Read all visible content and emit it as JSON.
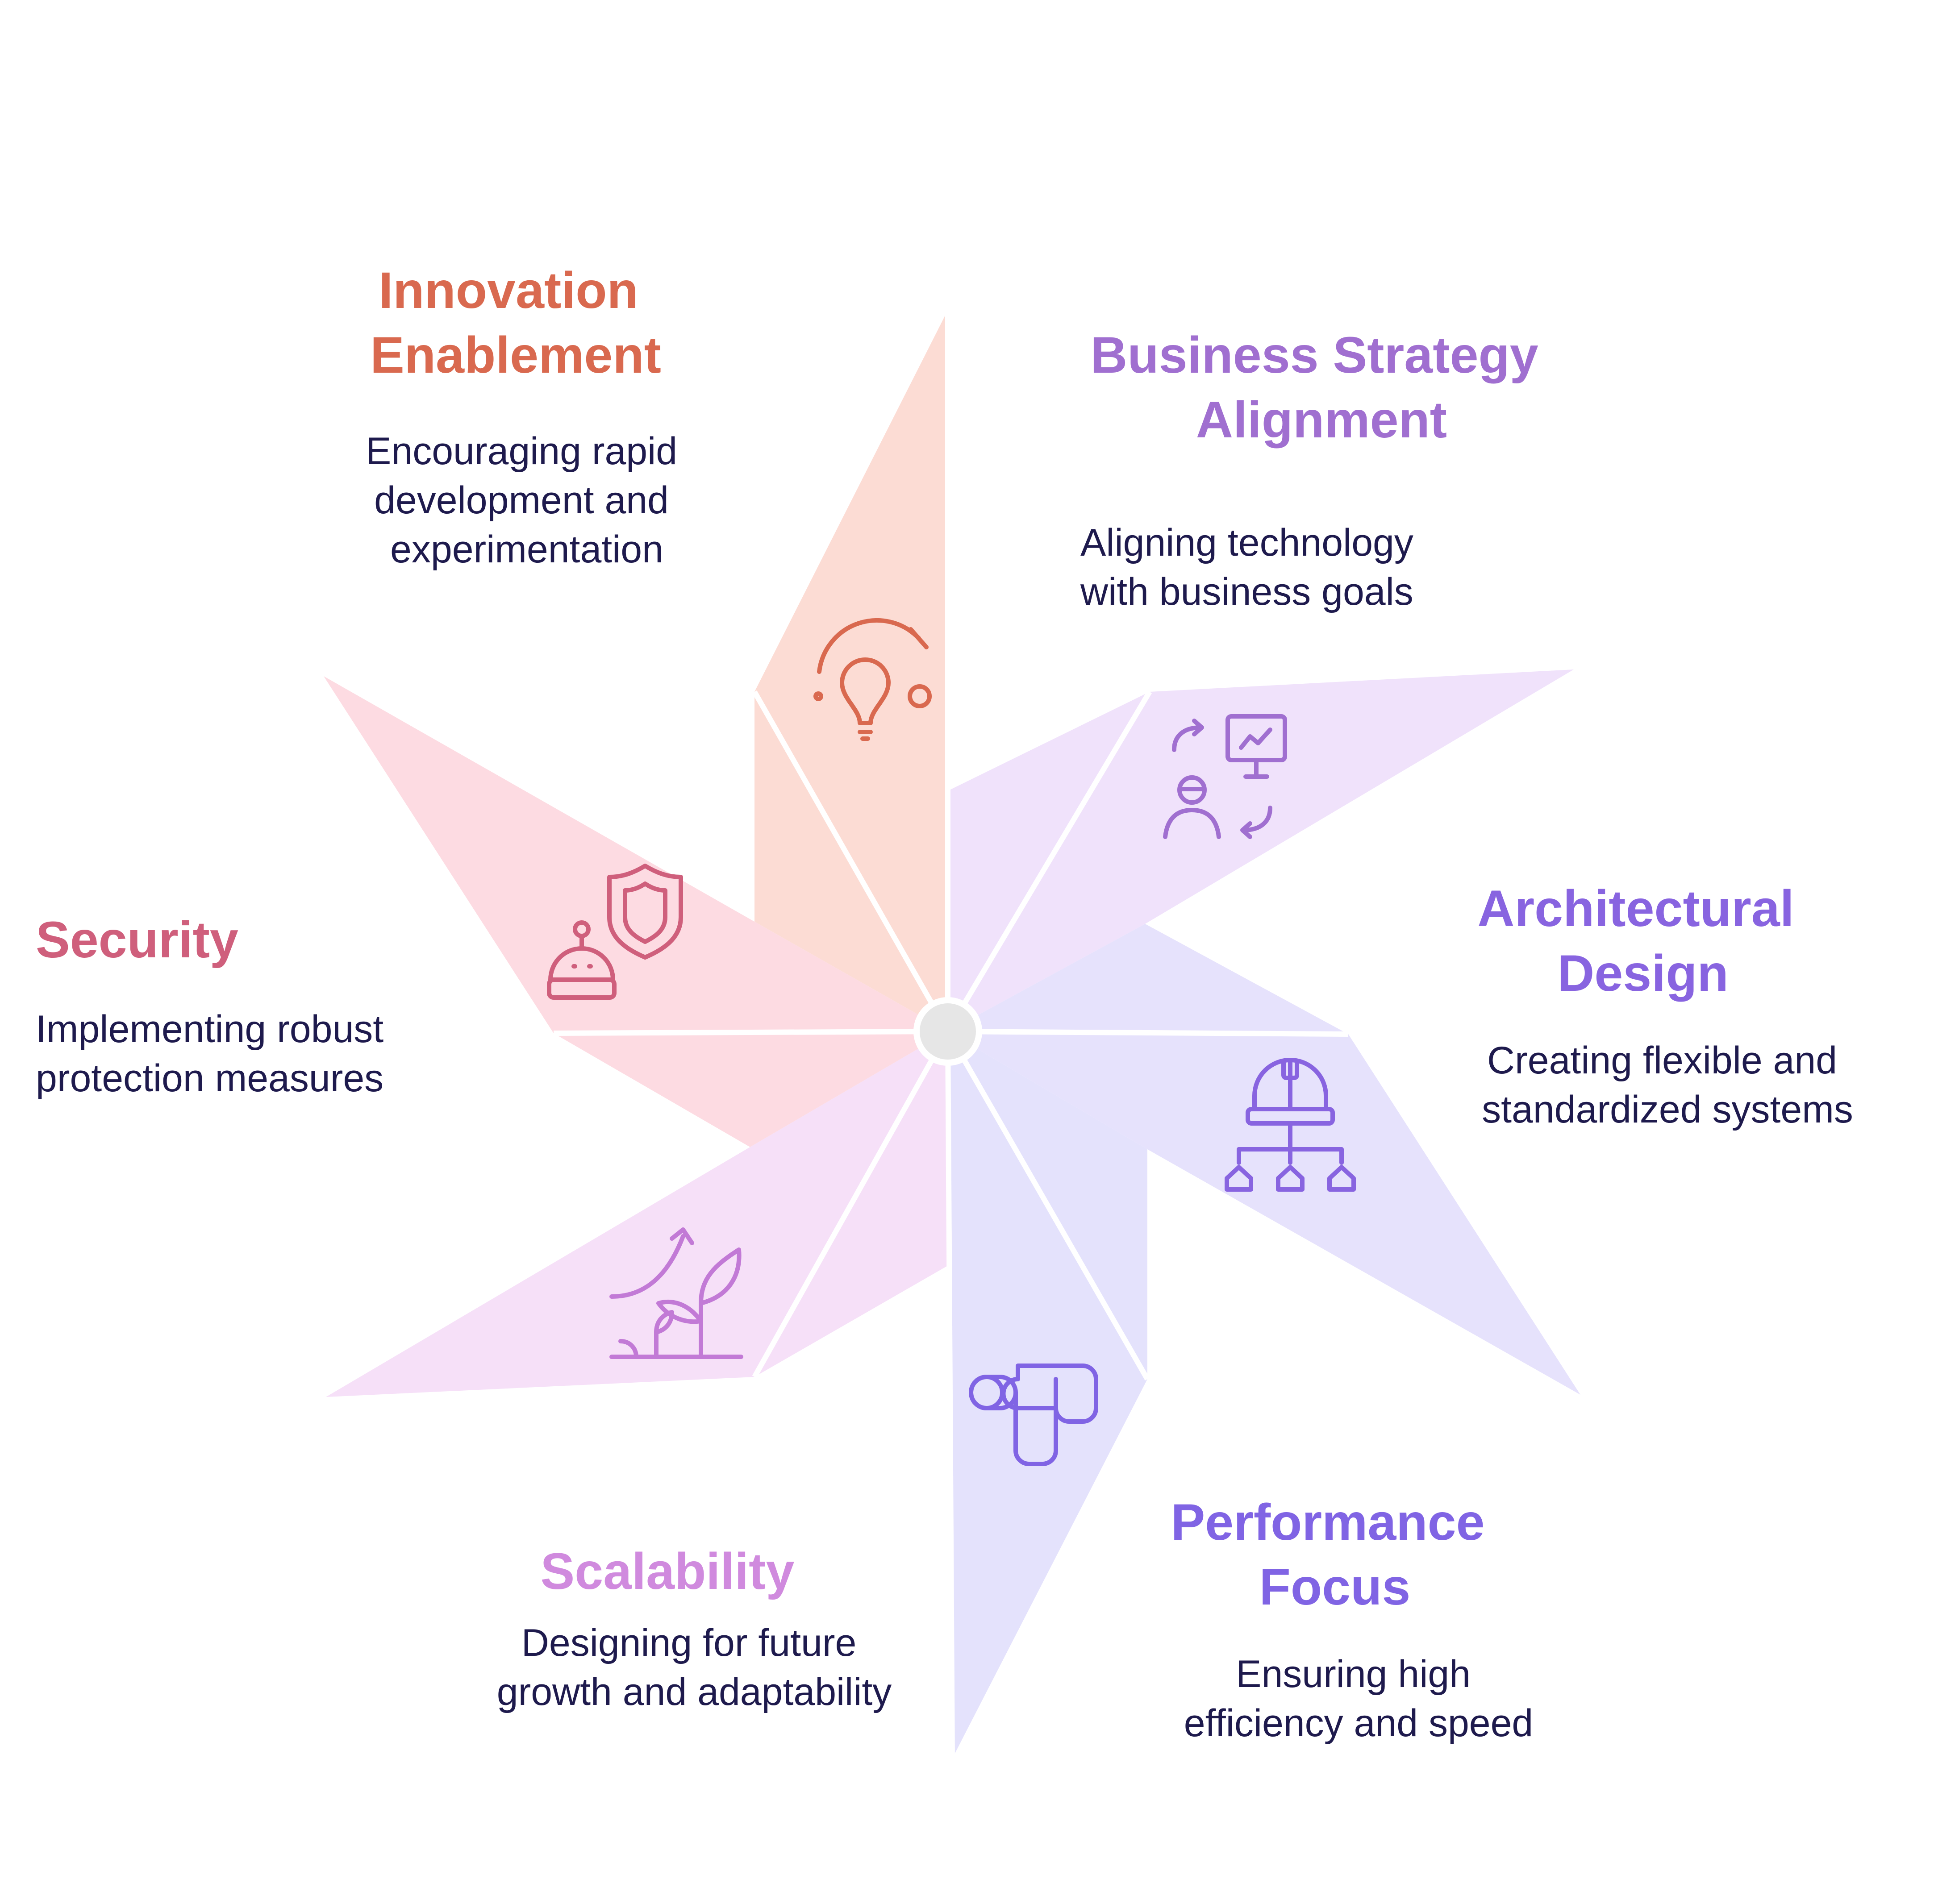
{
  "colors": {
    "background": "#ffffff",
    "description_text": "#1e1a4d",
    "center": "#e6e6e6",
    "divider": "#ffffff"
  },
  "segments": [
    {
      "id": "innovation",
      "title_lines": [
        "Innovation",
        "Enablement"
      ],
      "description_lines": [
        "Encouraging rapid",
        "development and",
        "experimentation"
      ],
      "title_color": "#d9694f",
      "fill": "#fcdcd4",
      "icon": "lightbulb-icon"
    },
    {
      "id": "business",
      "title_lines": [
        "Business Strategy",
        "Alignment"
      ],
      "description_lines": [
        "Aligning technology",
        "with business goals"
      ],
      "title_color": "#a06fd0",
      "fill": "#f0e2fb",
      "icon": "person-presentation-icon"
    },
    {
      "id": "architecture",
      "title_lines": [
        "Architectural",
        "Design"
      ],
      "description_lines": [
        "Creating flexible and",
        "standardized systems"
      ],
      "title_color": "#8864e0",
      "fill": "#e6e2fc",
      "icon": "hardhat-hierarchy-icon"
    },
    {
      "id": "performance",
      "title_lines": [
        "Performance",
        "Focus"
      ],
      "description_lines": [
        "Ensuring high",
        "efficiency and speed"
      ],
      "title_color": "#8064e4",
      "fill": "#e4e2fc",
      "icon": "pipe-icon"
    },
    {
      "id": "scalability",
      "title_lines": [
        "Scalability"
      ],
      "description_lines": [
        "Designing for future",
        "growth and adaptability"
      ],
      "title_color": "#d08ade",
      "fill": "#f6e0f8",
      "icon": "plant-growth-icon"
    },
    {
      "id": "security",
      "title_lines": [
        "Security"
      ],
      "description_lines": [
        "Implementing robust",
        "protection measures"
      ],
      "title_color": "#cf5f7c",
      "fill": "#fddbe2",
      "icon": "robot-shield-icon"
    }
  ]
}
